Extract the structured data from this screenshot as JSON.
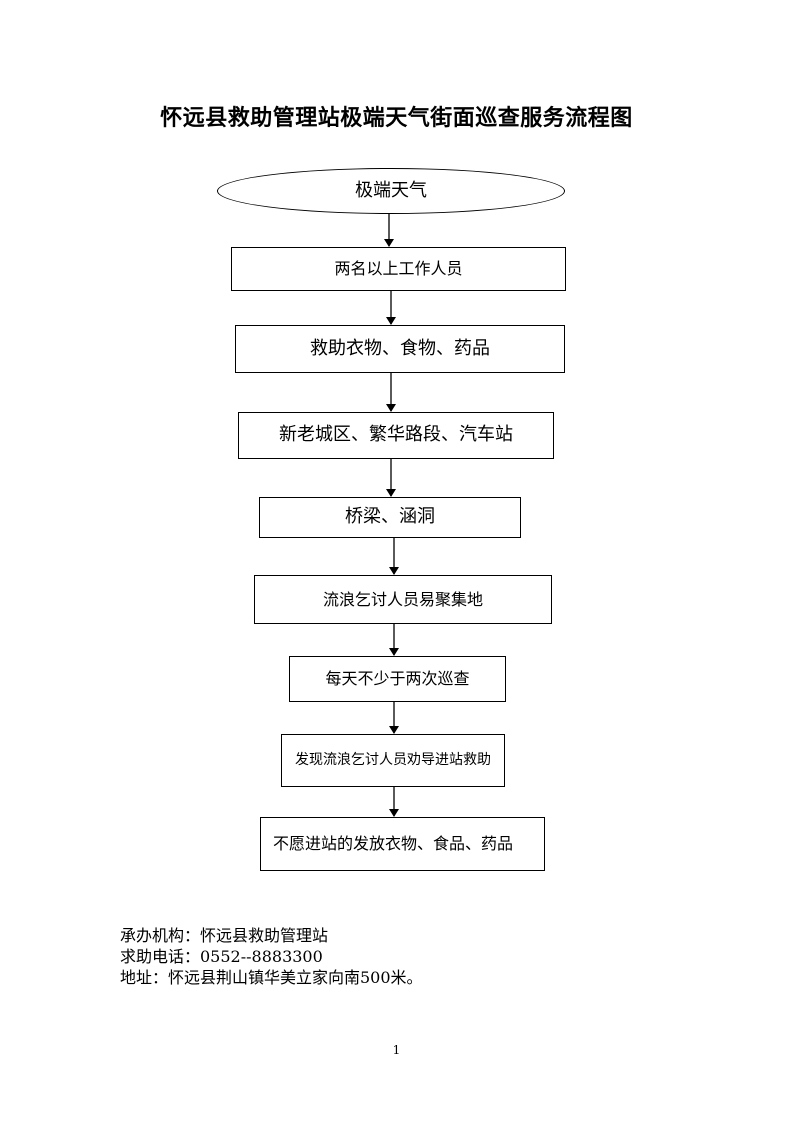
{
  "title": "怀远县救助管理站极端天气街面巡查服务流程图",
  "flow": {
    "start": "极端天气",
    "staff": "两名以上工作人员",
    "supplies": "救助衣物、食物、药品",
    "areas": "新老城区、繁华路段、汽车站",
    "bridges": "桥梁、涵洞",
    "gathering": "流浪乞讨人员易聚集地",
    "frequency": "每天不少于两次巡查",
    "persuade": "发现流浪乞讨人员劝导进站救助",
    "distribute": "不愿进站的发放衣物、食品、药品"
  },
  "footer": {
    "organizer": "承办机构：怀远县救助管理站",
    "phone": "求助电话：0552--8883300",
    "address": "地址：怀远县荆山镇华美立家向南500米。"
  },
  "page_number": "1"
}
